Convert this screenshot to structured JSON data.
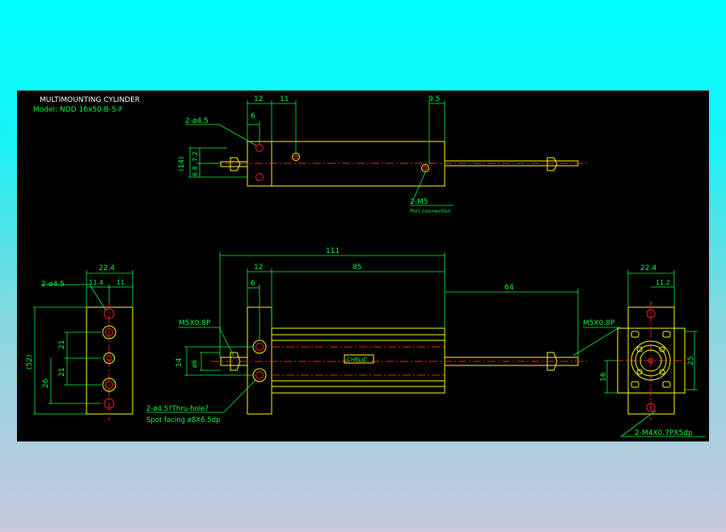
{
  "title": "MULTIMOUNTING CYLINDER",
  "model": "Model: NDD 16x50-B-S-F",
  "brand": "CHELIC",
  "colors": {
    "background_top": "#00ffff",
    "background_bottom": "#c8c8de",
    "canvas": "#000000",
    "outline": "#ffff00",
    "dimension": "#00ff3c",
    "centerline": "#ff2020",
    "title_text": "#ffffff"
  },
  "top_view": {
    "dims": {
      "d12": "12",
      "d11": "11",
      "d9_5": "9.5",
      "d6": "6",
      "d14_paren": "(14)",
      "d6_8": "6.8",
      "d7_2": "7.2"
    },
    "hole_label": "2-ø4.5",
    "port_label": "2-M5",
    "port_note": "Port connection"
  },
  "side_view": {
    "dims": {
      "d111": "111",
      "d12": "12",
      "d85": "85",
      "d6": "6",
      "d64": "64",
      "d14": "14",
      "d_phi6": "ø6"
    },
    "thread_left": "M5X0.8P",
    "thread_right": "M5X0.8P",
    "thru_hole": "2-ø4.5?Thru-hole?",
    "spot_facing": "Spot facing ø8X6.5dp"
  },
  "left_view": {
    "dims": {
      "d22_4": "22.4",
      "d11_4": "11.4",
      "d11": "11",
      "d52_paren": "(52)",
      "d21_upper": "21",
      "d21_lower": "21",
      "d26": "26"
    },
    "hole_label": "2-ø4.5"
  },
  "right_view": {
    "dims": {
      "d22_4": "22.4",
      "d11_2": "11.2",
      "d25": "25",
      "d16": "16"
    },
    "thread_label": "2-M4X0.7PX5dp"
  }
}
